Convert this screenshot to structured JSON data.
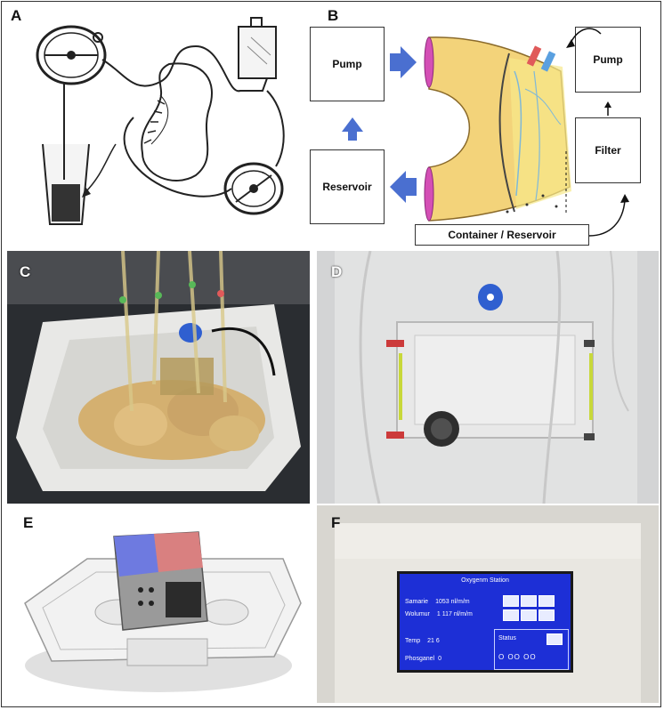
{
  "panels": {
    "a": {
      "label": "A"
    },
    "b": {
      "label": "B",
      "boxes": {
        "pump_left": "Pump",
        "reservoir": "Reservoir",
        "pump_right": "Pump",
        "filter": "Filter",
        "container": "Container / Reservoir"
      }
    },
    "c": {
      "label": "C"
    },
    "d": {
      "label": "D"
    },
    "e": {
      "label": "E"
    },
    "f": {
      "label": "F",
      "screen": {
        "title": "Oxygenm Station",
        "rows": [
          {
            "label": "Samarie",
            "value": "1053 nl/m/m"
          },
          {
            "label": "Wolumur",
            "value": "1 117 nl/m/m"
          },
          {
            "label": "Temp",
            "value": "21 6"
          },
          {
            "label": "Phosganel",
            "value": "0"
          }
        ],
        "status_label": "Status",
        "status_value": "O OO OO"
      }
    }
  },
  "colors": {
    "arrow_blue": "#4a6fd0",
    "screen_blue": "#1d2fd6",
    "organ_yellow": "#f3d37a",
    "tube_red": "#e05a5a"
  }
}
